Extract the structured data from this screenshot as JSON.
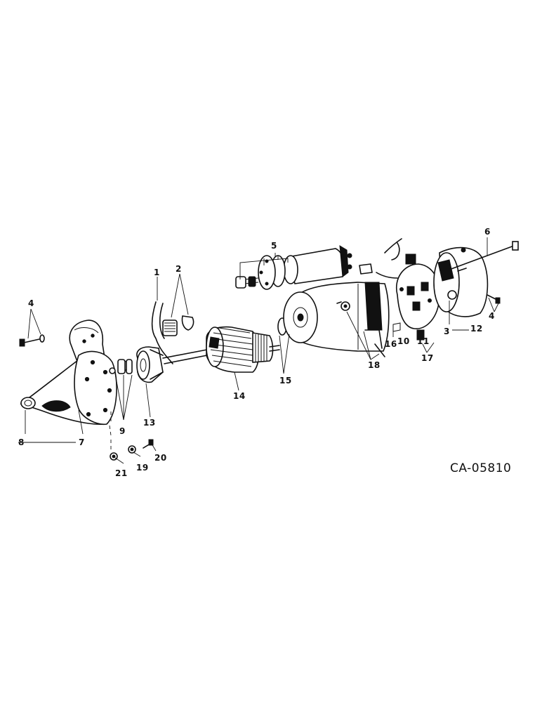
{
  "diagram": {
    "callouts": [
      "1",
      "2",
      "3",
      "4",
      "4",
      "5",
      "6",
      "7",
      "8",
      "9",
      "10",
      "11",
      "12",
      "13",
      "14",
      "15",
      "16",
      "17",
      "18",
      "19",
      "20",
      "21"
    ],
    "drawing_code": "CA-05810"
  }
}
